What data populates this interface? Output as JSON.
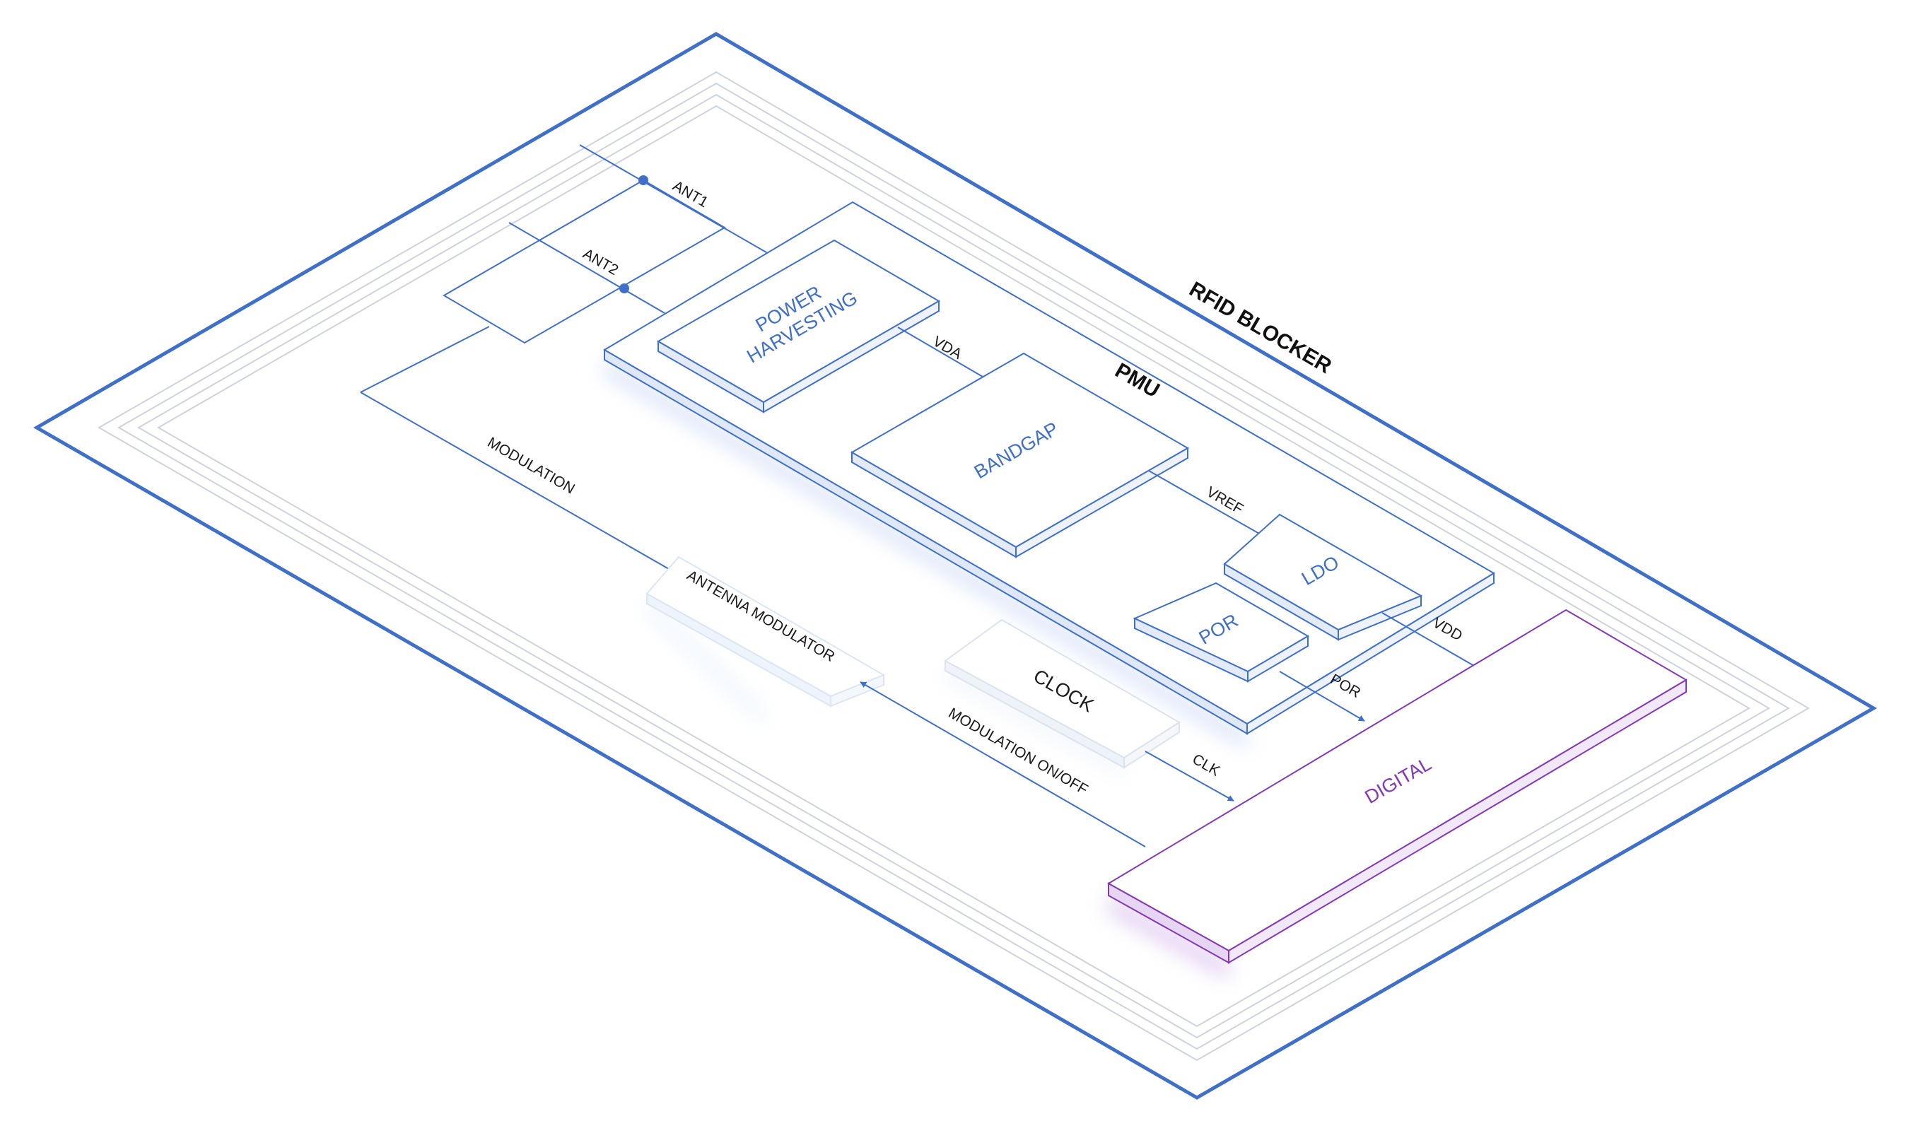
{
  "title": "RFID BLOCKER",
  "pmu_label": "PMU",
  "blocks": {
    "power_harvesting": [
      "POWER",
      "HARVESTING"
    ],
    "bandgap": "BANDGAP",
    "ldo": "LDO",
    "por": "POR",
    "clock": "CLOCK",
    "antenna_modulator": "ANTENNA MODULATOR",
    "digital": "DIGITAL"
  },
  "signals": {
    "ant1": "ANT1",
    "ant2": "ANT2",
    "vda": "VDA",
    "vref": "VREF",
    "vdd": "VDD",
    "por": "POR",
    "clk": "CLK",
    "modulation": "MODULATION",
    "modulation_on_off": "MODULATION ON/OFF"
  },
  "colors": {
    "blue": "#3f6fc7",
    "light_blue": "#b7c8e8",
    "purple": "#8338b8",
    "purple_light": "#e6d6f3",
    "ring": "#c9d0dc"
  }
}
